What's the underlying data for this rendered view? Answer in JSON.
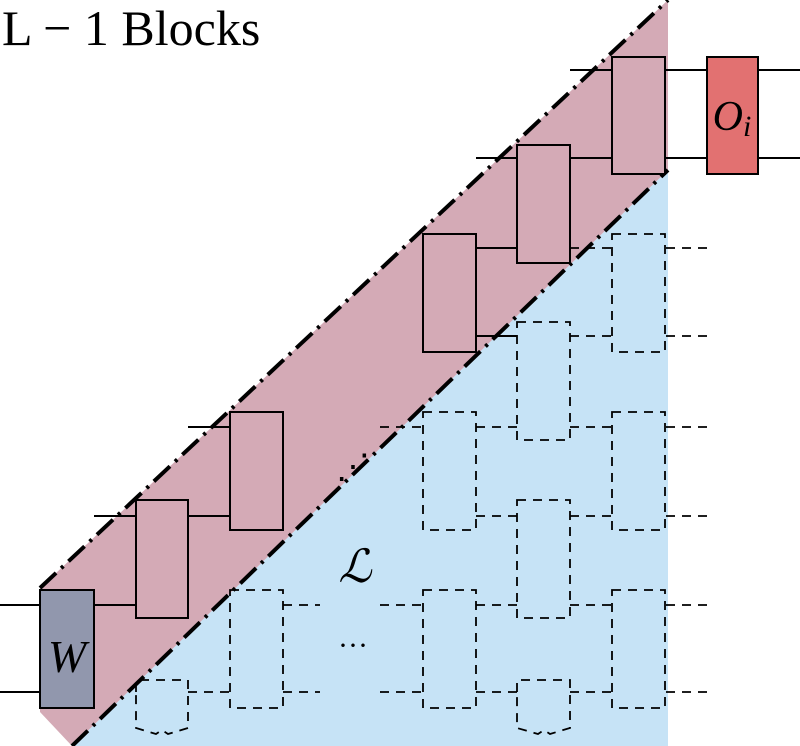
{
  "title": "L − 1 Blocks",
  "labels": {
    "w_gate": "W",
    "o_gate_base": "O",
    "o_gate_sub": "i",
    "region": "ℒ",
    "ellipsis_upper": "⋰",
    "ellipsis_lower": "···"
  },
  "colors": {
    "pink_region": "#d4aab6",
    "blue_region": "#c6e3f6",
    "w_gate": "#9197ad",
    "o_gate": "#e27171",
    "line": "#000000"
  }
}
